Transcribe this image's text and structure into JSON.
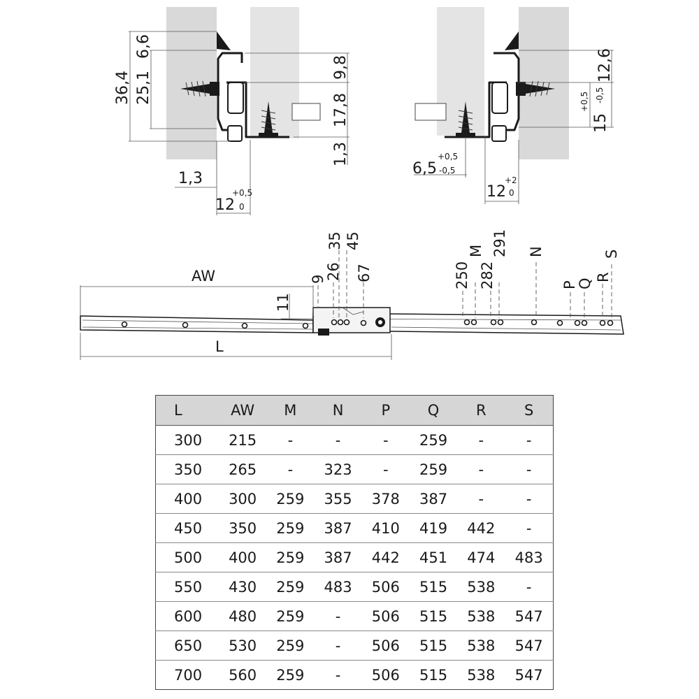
{
  "section_left": {
    "height_36_4": "36,4",
    "height_25_1": "25,1",
    "top_6_6": "6,6",
    "gap_9_8": "9,8",
    "gap_17_8": "17,8",
    "bottom_1_3": "1,3",
    "side_1_3": "1,3",
    "width_12": "12",
    "width_12_tol_upper": "+0,5",
    "width_12_tol_lower": "0"
  },
  "section_right": {
    "height_12_6": "12,6",
    "height_15": "15",
    "height_15_tol_upper": "+0,5",
    "height_15_tol_lower": "-0,5",
    "offset_6_5": "6,5",
    "offset_6_5_tol_upper": "+0,5",
    "offset_6_5_tol_lower": "-0,5",
    "width_12": "12",
    "width_12_tol_upper": "+2",
    "width_12_tol_lower": "0"
  },
  "rail": {
    "label_aw": "AW",
    "label_l": "L",
    "label_11": "11",
    "label_9": "9",
    "label_26": "26",
    "label_35": "35",
    "label_45": "45",
    "label_67": "67",
    "label_250": "250",
    "label_m": "M",
    "label_282": "282",
    "label_291": "291",
    "label_n": "N",
    "label_p": "P",
    "label_q": "Q",
    "label_r": "R",
    "label_s": "S"
  },
  "table": {
    "headers": [
      "L",
      "AW",
      "M",
      "N",
      "P",
      "Q",
      "R",
      "S"
    ],
    "rows": [
      [
        "300",
        "215",
        "-",
        "-",
        "-",
        "259",
        "-",
        "-"
      ],
      [
        "350",
        "265",
        "-",
        "323",
        "-",
        "259",
        "-",
        "-"
      ],
      [
        "400",
        "300",
        "259",
        "355",
        "378",
        "387",
        "-",
        "-"
      ],
      [
        "450",
        "350",
        "259",
        "387",
        "410",
        "419",
        "442",
        "-"
      ],
      [
        "500",
        "400",
        "259",
        "387",
        "442",
        "451",
        "474",
        "483"
      ],
      [
        "550",
        "430",
        "259",
        "483",
        "506",
        "515",
        "538",
        "-"
      ],
      [
        "600",
        "480",
        "259",
        "-",
        "506",
        "515",
        "538",
        "547"
      ],
      [
        "650",
        "530",
        "259",
        "-",
        "506",
        "515",
        "538",
        "547"
      ],
      [
        "700",
        "560",
        "259",
        "-",
        "506",
        "515",
        "538",
        "547"
      ]
    ]
  }
}
